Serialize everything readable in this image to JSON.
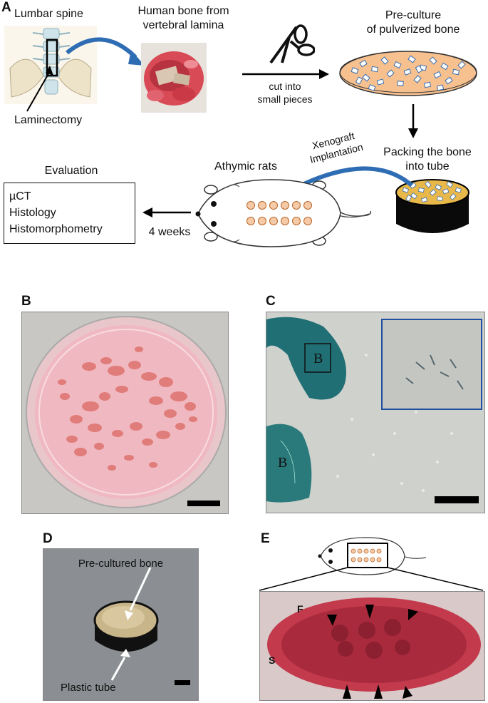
{
  "panel_a": {
    "letter": "A",
    "lumbar_spine": "Lumbar spine",
    "laminectomy": "Laminectomy",
    "human_bone_line1": "Human bone from",
    "human_bone_line2": "vertebral lamina",
    "cut_line1": "cut into",
    "cut_line2": "small pieces",
    "preculture_line1": "Pre-culture",
    "preculture_line2": "of pulverized bone",
    "packing_line1": "Packing the bone",
    "packing_line2": "into tube",
    "xenograft_line1": "Xenograft",
    "xenograft_line2": "Implantation",
    "athymic_rats": "Athymic rats",
    "evaluation_title": "Evaluation",
    "evaluation_items": [
      "µCT",
      "Histology",
      "Histomorphometry"
    ],
    "weeks": "4 weeks"
  },
  "panel_b": {
    "letter": "B"
  },
  "panel_c": {
    "letter": "C",
    "label_b1": "B",
    "label_b2": "B",
    "inset_color": "#1f4fa0"
  },
  "panel_d": {
    "letter": "D",
    "pre_cultured": "Pre-cultured bone",
    "plastic_tube": "Plastic tube"
  },
  "panel_e": {
    "letter": "E",
    "label_f": "F",
    "label_s": "S"
  },
  "colors": {
    "arrow_blue": "#2e6db4",
    "dish_orange": "#f7c08f",
    "implant_peach": "#f6caa6",
    "tube_yellow": "#e8b84a",
    "stain_teal": "#1f6f74"
  }
}
